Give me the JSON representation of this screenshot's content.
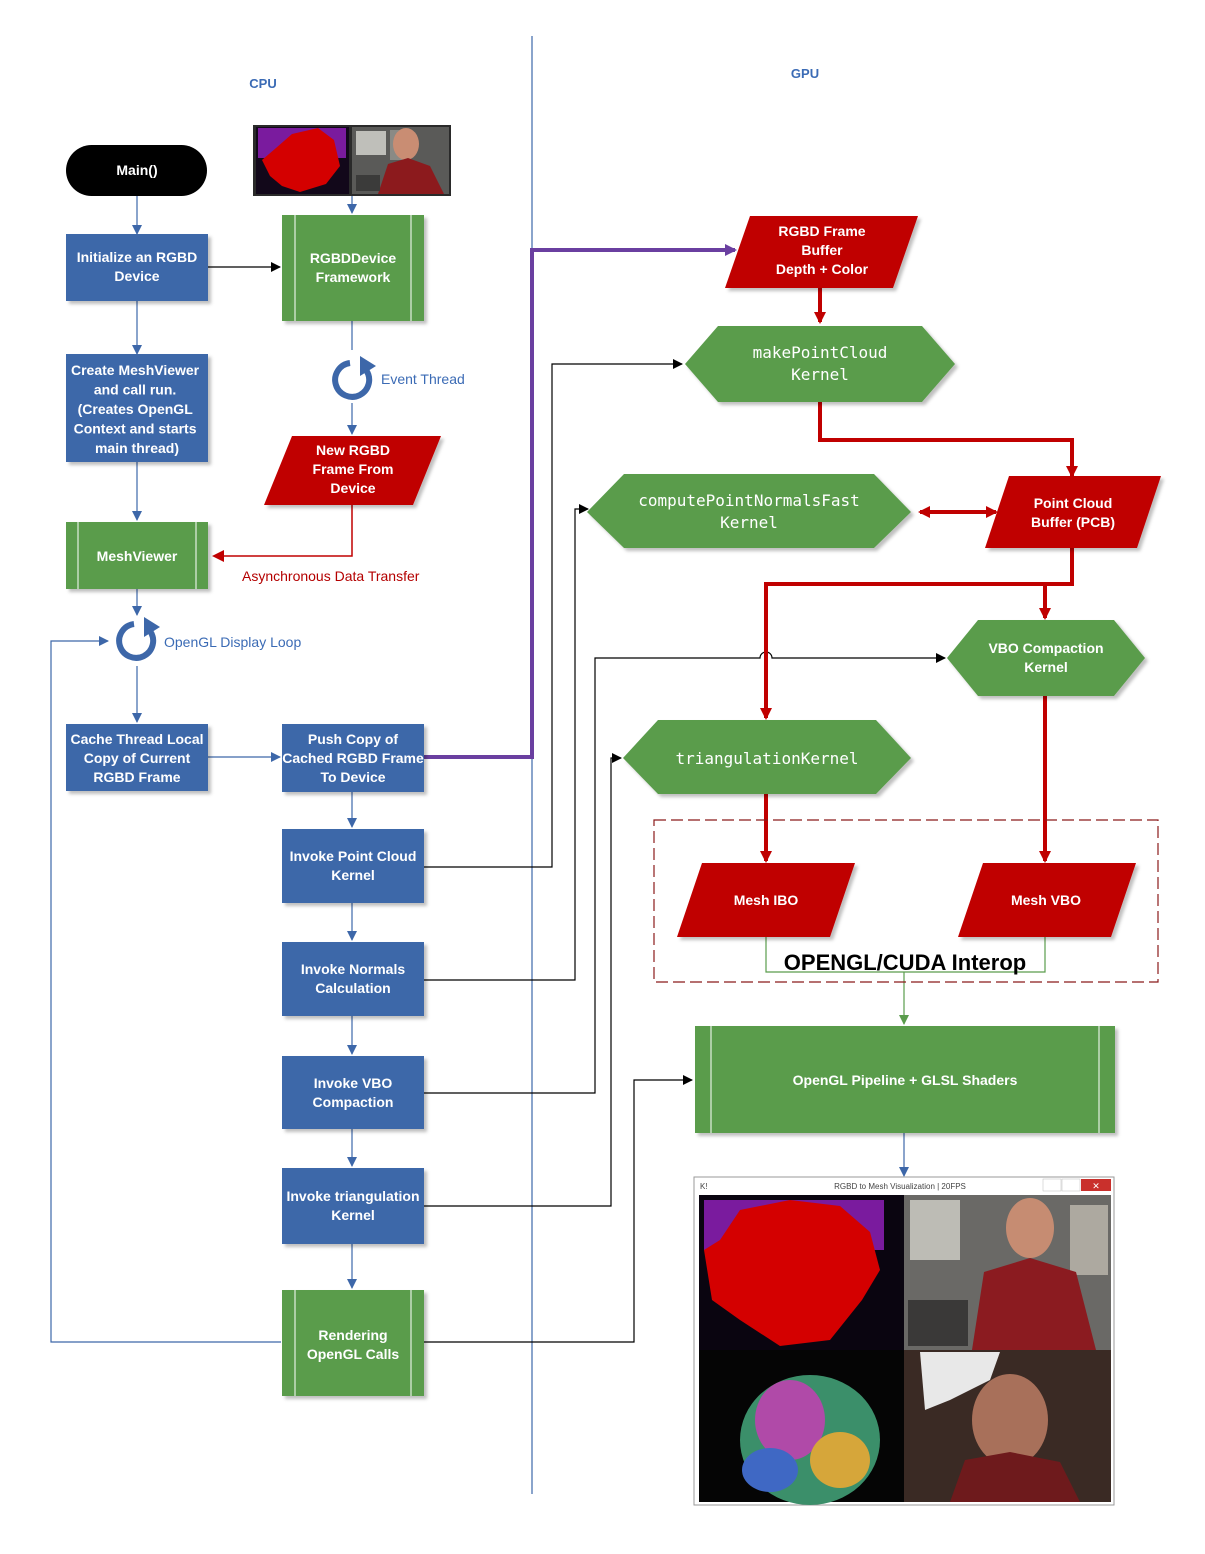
{
  "headers": {
    "cpu": "CPU",
    "gpu": "GPU"
  },
  "colors": {
    "blue": "#3d67a9",
    "green": "#5a9c4c",
    "red": "#c00000",
    "purple": "#6a3fa0",
    "black": "#000000"
  },
  "cpu": {
    "main": "Main()",
    "init": [
      "Initialize an RGBD",
      "Device"
    ],
    "create_meshviewer": [
      "Create MeshViewer",
      "and call run.",
      "(Creates OpenGL",
      "Context and starts",
      "main thread)"
    ],
    "meshviewer": "MeshViewer",
    "display_loop": "OpenGL Display Loop",
    "cache_frame": [
      "Cache Thread Local",
      "Copy of Current",
      "RGBD Frame"
    ],
    "rgbd_framework": [
      "RGBDDevice",
      "Framework"
    ],
    "event_thread": "Event Thread",
    "new_frame": [
      "New RGBD",
      "Frame From",
      "Device"
    ],
    "async_transfer": "Asynchronous Data Transfer",
    "push_copy": [
      "Push Copy of",
      "Cached RGBD Frame",
      "To Device"
    ],
    "invoke_point_cloud": [
      "Invoke Point Cloud",
      "Kernel"
    ],
    "invoke_normals": [
      "Invoke Normals",
      "Calculation"
    ],
    "invoke_vbo": [
      "Invoke VBO",
      "Compaction"
    ],
    "invoke_triangulation": [
      "Invoke triangulation",
      "Kernel"
    ],
    "rendering": [
      "Rendering",
      "OpenGL Calls"
    ]
  },
  "gpu": {
    "frame_buffer": [
      "RGBD Frame",
      "Buffer",
      "Depth + Color"
    ],
    "make_point_cloud": [
      "makePointCloud",
      "Kernel"
    ],
    "compute_normals": [
      "computePointNormalsFast",
      "Kernel"
    ],
    "pcb": [
      "Point Cloud",
      "Buffer (PCB)"
    ],
    "vbo_compaction": [
      "VBO Compaction",
      "Kernel"
    ],
    "triangulation": "triangulationKernel",
    "mesh_ibo": "Mesh IBO",
    "mesh_vbo": "Mesh VBO",
    "interop": "OPENGL/CUDA Interop",
    "pipeline": "OpenGL Pipeline + GLSL Shaders",
    "window_title": "RGBD to Mesh Visualization | 20FPS",
    "window_icon": "K!"
  }
}
